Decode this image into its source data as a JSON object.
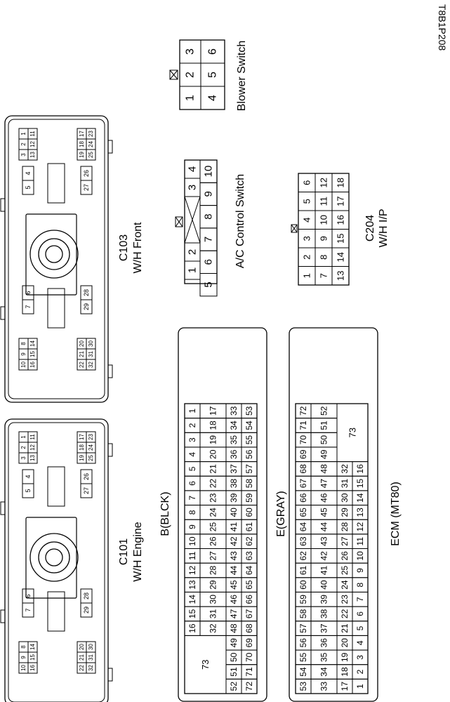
{
  "page_id": "T8B1P208",
  "connectors": {
    "c101": {
      "id": "C101",
      "desc": "W/H Engine",
      "pins": [
        "1",
        "2",
        "3",
        "4",
        "5",
        "6",
        "7",
        "8",
        "9",
        "10",
        "11",
        "12",
        "13",
        "14",
        "15",
        "16",
        "17",
        "18",
        "19",
        "20",
        "21",
        "22",
        "23",
        "24",
        "25",
        "26",
        "27",
        "28",
        "29",
        "30",
        "31",
        "32"
      ]
    },
    "c103": {
      "id": "C103",
      "desc": "W/H Front",
      "pins": [
        "1",
        "2",
        "3",
        "4",
        "5",
        "6",
        "7",
        "8",
        "9",
        "10",
        "11",
        "12",
        "13",
        "14",
        "15",
        "16",
        "17",
        "18",
        "19",
        "20",
        "21",
        "22",
        "23",
        "24",
        "25",
        "26",
        "27",
        "28",
        "29",
        "30",
        "31",
        "32"
      ]
    },
    "ac_switch": {
      "title": "A/C Control Switch",
      "row1": [
        "1",
        "2",
        "",
        "3",
        "4"
      ],
      "row2": [
        "5",
        "6",
        "7",
        "8",
        "9",
        "10"
      ]
    },
    "blower": {
      "title": "Blower Switch",
      "row1": [
        "1",
        "2",
        "3"
      ],
      "row2": [
        "4",
        "5",
        "6"
      ]
    },
    "c204": {
      "id": "C204",
      "desc": "W/H I/P",
      "row1": [
        "1",
        "2",
        "3",
        "4",
        "5",
        "6"
      ],
      "row2": [
        "7",
        "8",
        "9",
        "10",
        "11",
        "12"
      ],
      "row3": [
        "13",
        "14",
        "15",
        "16",
        "17",
        "18"
      ]
    },
    "ecm": {
      "title": "ECM (MT80)",
      "b_label": "B(BLCK)",
      "e_label": "E(GRAY)",
      "b_rows": [
        [
          "73",
          "16",
          "15",
          "14",
          "13",
          "12",
          "11",
          "10",
          "9",
          "8",
          "7",
          "6",
          "5",
          "4",
          "3",
          "2",
          "1"
        ],
        [
          "32",
          "31",
          "30",
          "29",
          "28",
          "27",
          "26",
          "25",
          "24",
          "23",
          "22",
          "21",
          "20",
          "19",
          "18",
          "17"
        ],
        [
          "52",
          "51",
          "50",
          "49",
          "48",
          "47",
          "46",
          "45",
          "44",
          "43",
          "42",
          "41",
          "40",
          "39",
          "38",
          "37",
          "36",
          "35",
          "34",
          "33"
        ],
        [
          "72",
          "71",
          "70",
          "69",
          "68",
          "67",
          "66",
          "65",
          "64",
          "63",
          "62",
          "61",
          "60",
          "59",
          "58",
          "57",
          "56",
          "55",
          "54",
          "53"
        ]
      ],
      "e_rows": [
        [
          "53",
          "54",
          "55",
          "56",
          "57",
          "58",
          "59",
          "60",
          "61",
          "62",
          "63",
          "64",
          "65",
          "66",
          "67",
          "68",
          "69",
          "70",
          "71",
          "72"
        ],
        [
          "33",
          "34",
          "35",
          "36",
          "37",
          "38",
          "39",
          "40",
          "41",
          "42",
          "43",
          "44",
          "45",
          "46",
          "47",
          "48",
          "49",
          "50",
          "51",
          "52"
        ],
        [
          "17",
          "18",
          "19",
          "20",
          "21",
          "22",
          "23",
          "24",
          "25",
          "26",
          "27",
          "28",
          "29",
          "30",
          "31",
          "32",
          "73"
        ],
        [
          "1",
          "2",
          "3",
          "4",
          "5",
          "6",
          "7",
          "8",
          "9",
          "10",
          "11",
          "12",
          "13",
          "14",
          "15",
          "16"
        ]
      ]
    }
  }
}
